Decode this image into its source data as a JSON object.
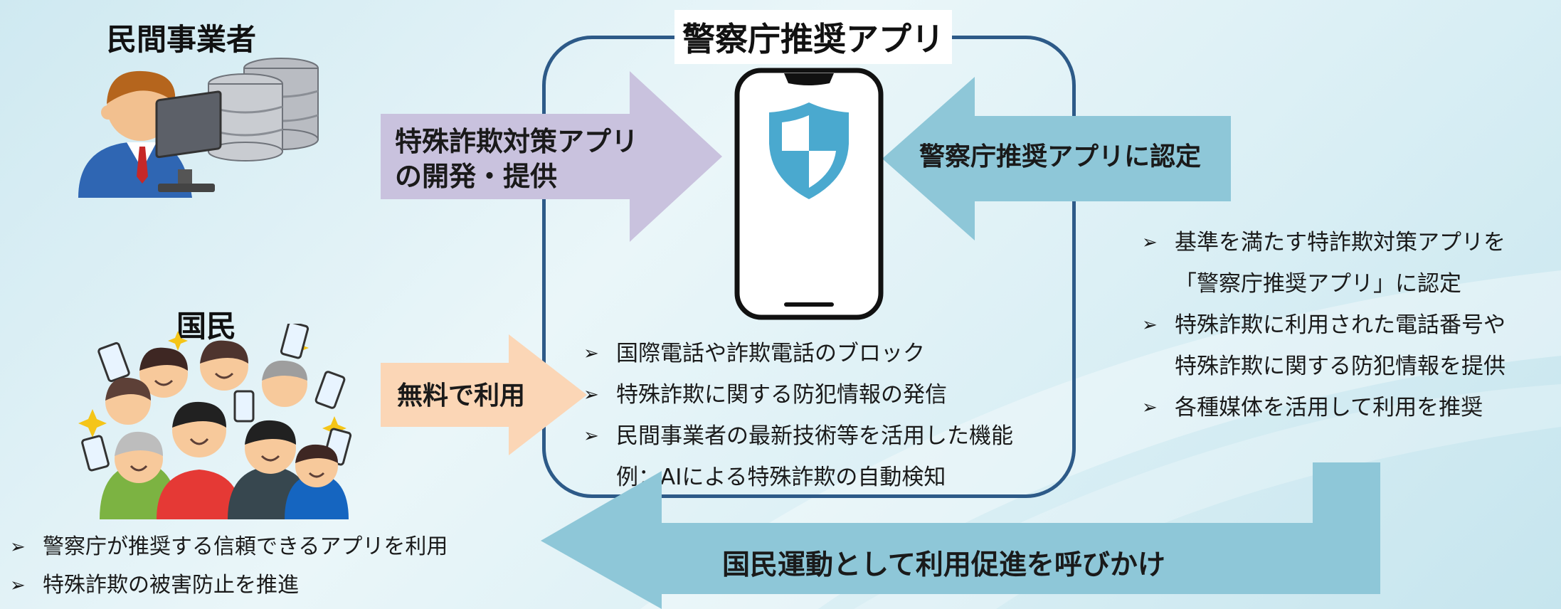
{
  "actors": {
    "private_business": "民間事業者",
    "citizens": "国民"
  },
  "app": {
    "title": "警察庁推奨アプリ"
  },
  "arrows": {
    "develop_provide": [
      "特殊詐欺対策アプリ",
      "の開発・提供"
    ],
    "certify": "警察庁推奨アプリに認定",
    "free_use": "無料で利用",
    "promote": "国民運動として利用促進を呼びかけ"
  },
  "app_features": [
    "国際電話や詐欺電話のブロック",
    "特殊詐欺に関する防犯情報の発信",
    "民間事業者の最新技術等を活用した機能"
  ],
  "app_example": "例：AIによる特殊詐欺の自動検知",
  "police_actions": [
    [
      "基準を満たす特詐欺対策アプリを",
      "「警察庁推奨アプリ」に認定"
    ],
    [
      "特殊詐欺に利用された電話番号や",
      "特殊詐欺に関する防犯情報を提供"
    ],
    [
      "各種媒体を活用して利用を推奨"
    ]
  ],
  "citizen_points": [
    "警察庁が推奨する信頼できるアプリを利用",
    "特殊詐欺の被害防止を推進"
  ],
  "bullet_symbol": "➢",
  "colors": {
    "frame": "#2d5a88",
    "arrow_purple": "#c9c2de",
    "arrow_blue": "#8ec7d8",
    "arrow_peach": "#fbd6b6",
    "shield": "#4aa9cf"
  },
  "icons": [
    "person-at-computer-icon",
    "database-server-icon",
    "smartphone-icon",
    "shield-icon",
    "crowd-with-phones-icon"
  ]
}
